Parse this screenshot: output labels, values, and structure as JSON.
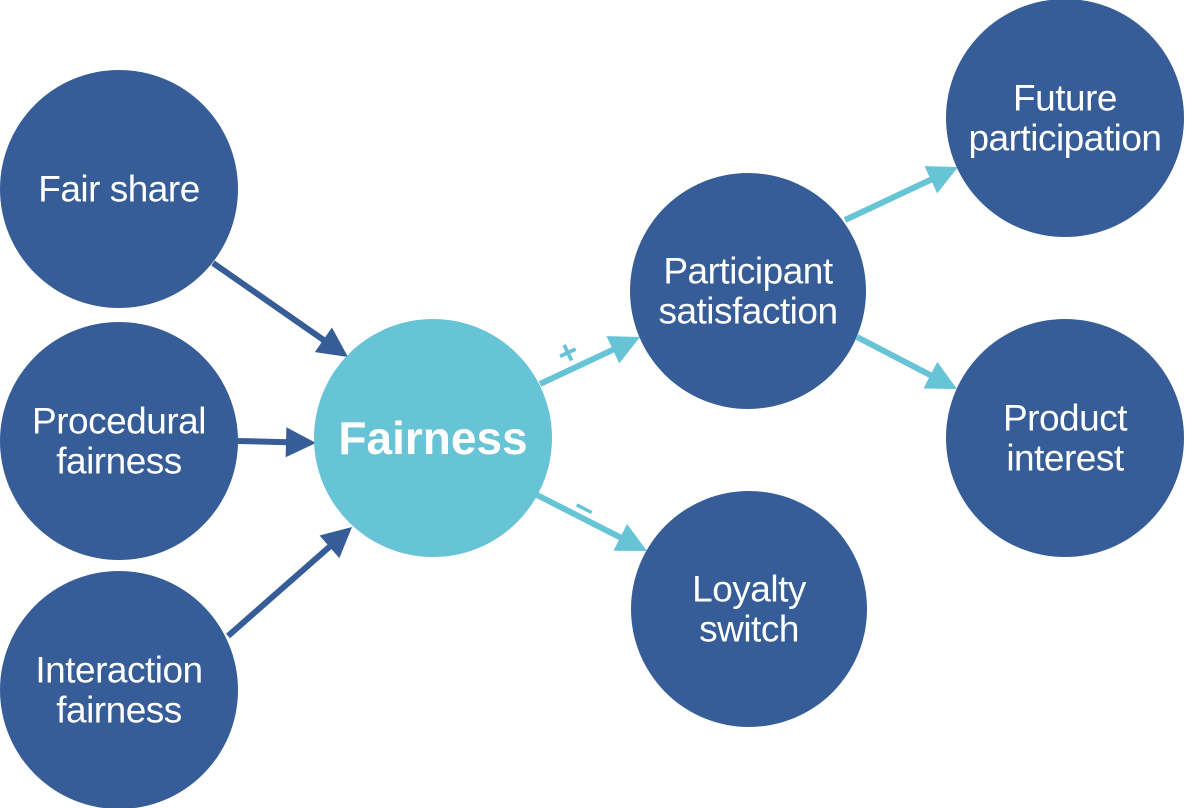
{
  "diagram": {
    "title": "Fairness model",
    "colors": {
      "input_node": "#365D97",
      "central_node": "#67C3D6",
      "output_node": "#365D97",
      "input_arrow": "#365D97",
      "output_arrow": "#67C3D6",
      "label_text": "#FFFFFF"
    },
    "nodes": [
      {
        "id": "fair_share",
        "lines": [
          "Fair share"
        ],
        "role": "input"
      },
      {
        "id": "procedural_fairness",
        "lines": [
          "Procedural",
          "fairness"
        ],
        "role": "input"
      },
      {
        "id": "interaction_fairness",
        "lines": [
          "Interaction",
          "fairness"
        ],
        "role": "input"
      },
      {
        "id": "fairness",
        "lines": [
          "Fairness"
        ],
        "role": "central"
      },
      {
        "id": "participant_satisfaction",
        "lines": [
          "Participant",
          "satisfaction"
        ],
        "role": "output"
      },
      {
        "id": "loyalty_switch",
        "lines": [
          "Loyalty",
          "switch"
        ],
        "role": "output"
      },
      {
        "id": "future_participation",
        "lines": [
          "Future",
          "participation"
        ],
        "role": "output"
      },
      {
        "id": "product_interest",
        "lines": [
          "Product",
          "interest"
        ],
        "role": "output"
      }
    ],
    "edges": [
      {
        "from": "fair_share",
        "to": "fairness",
        "style": "input",
        "sign": ""
      },
      {
        "from": "procedural_fairness",
        "to": "fairness",
        "style": "input",
        "sign": ""
      },
      {
        "from": "interaction_fairness",
        "to": "fairness",
        "style": "input",
        "sign": ""
      },
      {
        "from": "fairness",
        "to": "participant_satisfaction",
        "style": "output",
        "sign": "+"
      },
      {
        "from": "fairness",
        "to": "loyalty_switch",
        "style": "output",
        "sign": "–"
      },
      {
        "from": "participant_satisfaction",
        "to": "future_participation",
        "style": "output",
        "sign": ""
      },
      {
        "from": "participant_satisfaction",
        "to": "product_interest",
        "style": "output",
        "sign": ""
      }
    ]
  }
}
